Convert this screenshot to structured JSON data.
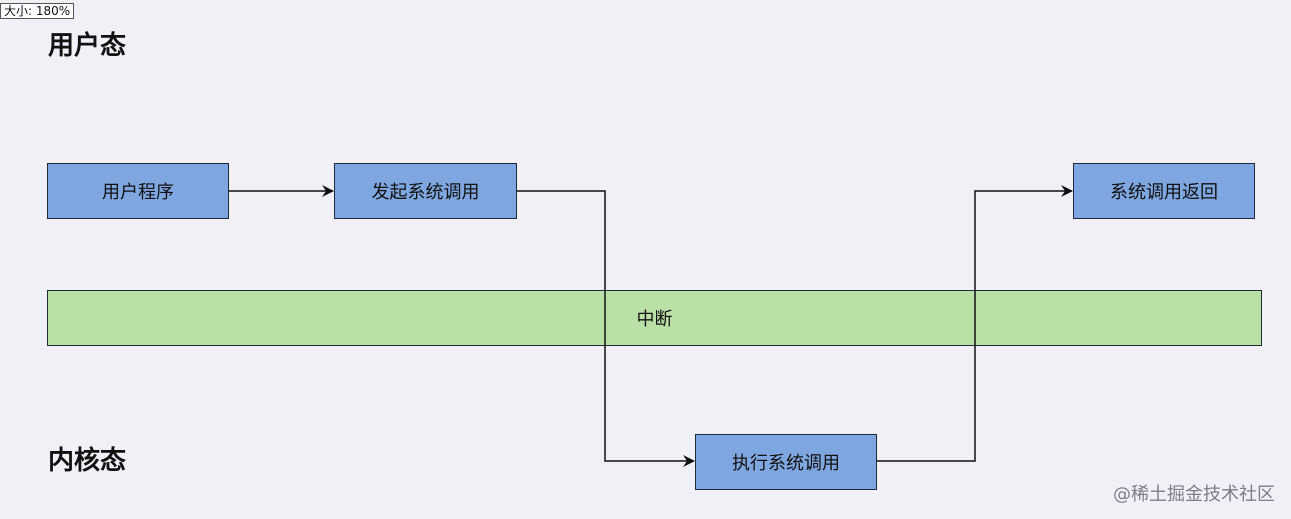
{
  "zoom_badge": "大小: 180%",
  "sections": {
    "user_mode": "用户态",
    "kernel_mode": "内核态"
  },
  "nodes": {
    "user_program": "用户程序",
    "initiate_syscall": "发起系统调用",
    "interrupt": "中断",
    "execute_syscall": "执行系统调用",
    "syscall_return": "系统调用返回"
  },
  "colors": {
    "process_box": "#7ea6e0",
    "interrupt_bar": "#b9e0a5",
    "background": "#f1f0f7"
  },
  "watermark": "@稀土掘金技术社区"
}
